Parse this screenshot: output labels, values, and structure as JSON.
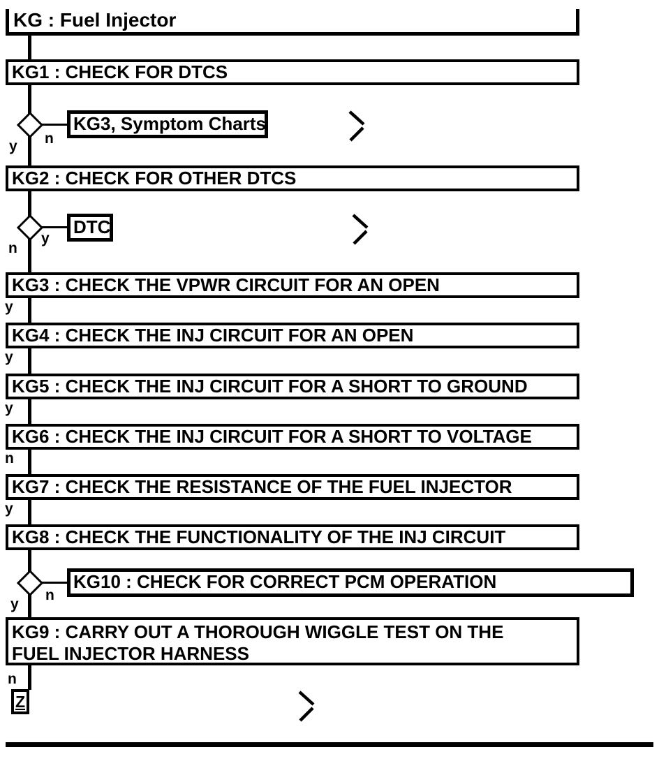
{
  "diagram": {
    "title": "KG : Fuel Injector",
    "branch_labels": {
      "yes": "y",
      "no": "n"
    },
    "steps": {
      "kg1": "KG1 : CHECK FOR DTCS",
      "kg2": "KG2 : CHECK FOR OTHER DTCS",
      "kg3": "KG3 : CHECK THE VPWR CIRCUIT FOR AN OPEN",
      "kg4": "KG4 : CHECK THE INJ CIRCUIT FOR AN OPEN",
      "kg5": "KG5 : CHECK THE INJ CIRCUIT FOR A SHORT TO GROUND",
      "kg6": "KG6 : CHECK THE INJ CIRCUIT FOR A SHORT TO VOLTAGE",
      "kg7": "KG7 : CHECK THE RESISTANCE OF THE FUEL INJECTOR",
      "kg8": "KG8 : CHECK THE FUNCTIONALITY OF THE INJ CIRCUIT"
    },
    "kg9_lines": [
      "KG9 : CARRY OUT A THOROUGH WIGGLE TEST ON THE",
      "FUEL INJECTOR HARNESS"
    ],
    "references": {
      "symptom_charts": "KG3, Symptom Charts",
      "dtc": "DTC",
      "kg10": "KG10 : CHECK FOR CORRECT PCM OPERATION"
    },
    "offpage_connector": "Z",
    "icons": {
      "decision": "diamond-outline",
      "continue": "chevron-right"
    },
    "colors": {
      "ink": "#000000",
      "paper": "#ffffff"
    }
  }
}
